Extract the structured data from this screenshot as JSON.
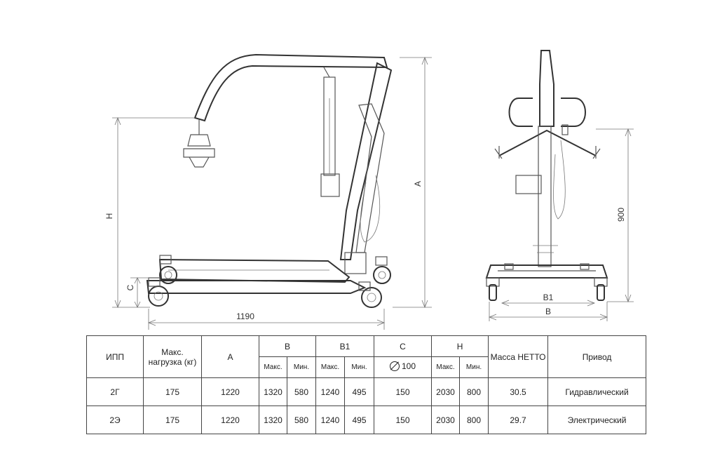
{
  "dimensions": {
    "side": {
      "A": "A",
      "H": "H",
      "C": "C",
      "width": "1190"
    },
    "front": {
      "height": "900",
      "B1": "B1",
      "B": "B"
    }
  },
  "table": {
    "headers": {
      "ipp": "ИПП",
      "max_load": "Макс. нагрузка (кг)",
      "a": "A",
      "b": "B",
      "b1": "B1",
      "c": "C",
      "h": "H",
      "mass": "Масса НЕТТО",
      "drive": "Привод"
    },
    "sub": {
      "max": "Макс.",
      "min": "Мин.",
      "c_value": "100"
    },
    "rows": [
      {
        "ipp": "2Г",
        "load": "175",
        "a": "1220",
        "b_max": "1320",
        "b_min": "580",
        "b1_max": "1240",
        "b1_min": "495",
        "c": "150",
        "h_max": "2030",
        "h_min": "800",
        "mass": "30.5",
        "drive": "Гидравлический"
      },
      {
        "ipp": "2Э",
        "load": "175",
        "a": "1220",
        "b_max": "1320",
        "b_min": "580",
        "b1_max": "1240",
        "b1_min": "495",
        "c": "150",
        "h_max": "2030",
        "h_min": "800",
        "mass": "29.7",
        "drive": "Электрический"
      }
    ]
  }
}
